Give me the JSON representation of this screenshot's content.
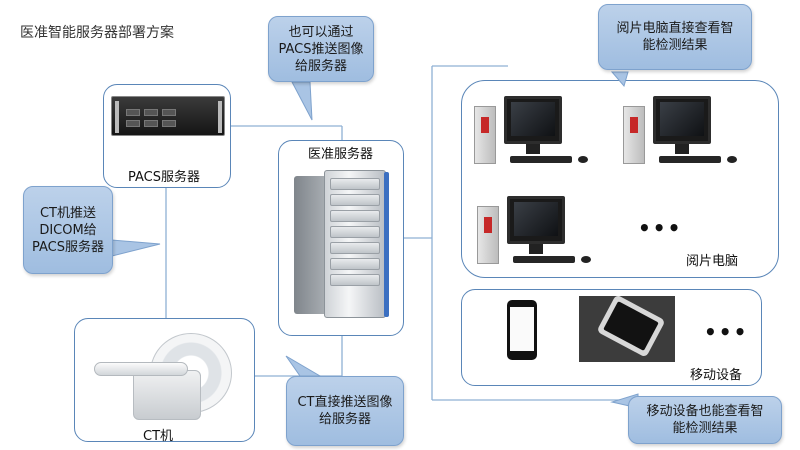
{
  "title": "医准智能服务器部署方案",
  "nodes": {
    "pacs": "PACS服务器",
    "server": "医准服务器",
    "ct": "CT机",
    "reading_pc": "阅片电脑",
    "mobile": "移动设备"
  },
  "ellipsis": "•••",
  "callouts": {
    "pacs_push": "也可以通过PACS推送图像给服务器",
    "ct_dicom": "CT机推送DICOM给PACS服务器",
    "ct_direct": "CT直接推送图像给服务器",
    "reading_view": "阅片电脑直接查看智能检测结果",
    "mobile_view": "移动设备也能查看智能检测结果"
  },
  "colors": {
    "box_border": "#5a86b8",
    "callout_fill": "#a9c4e4",
    "connector": "#8fb0d4"
  }
}
